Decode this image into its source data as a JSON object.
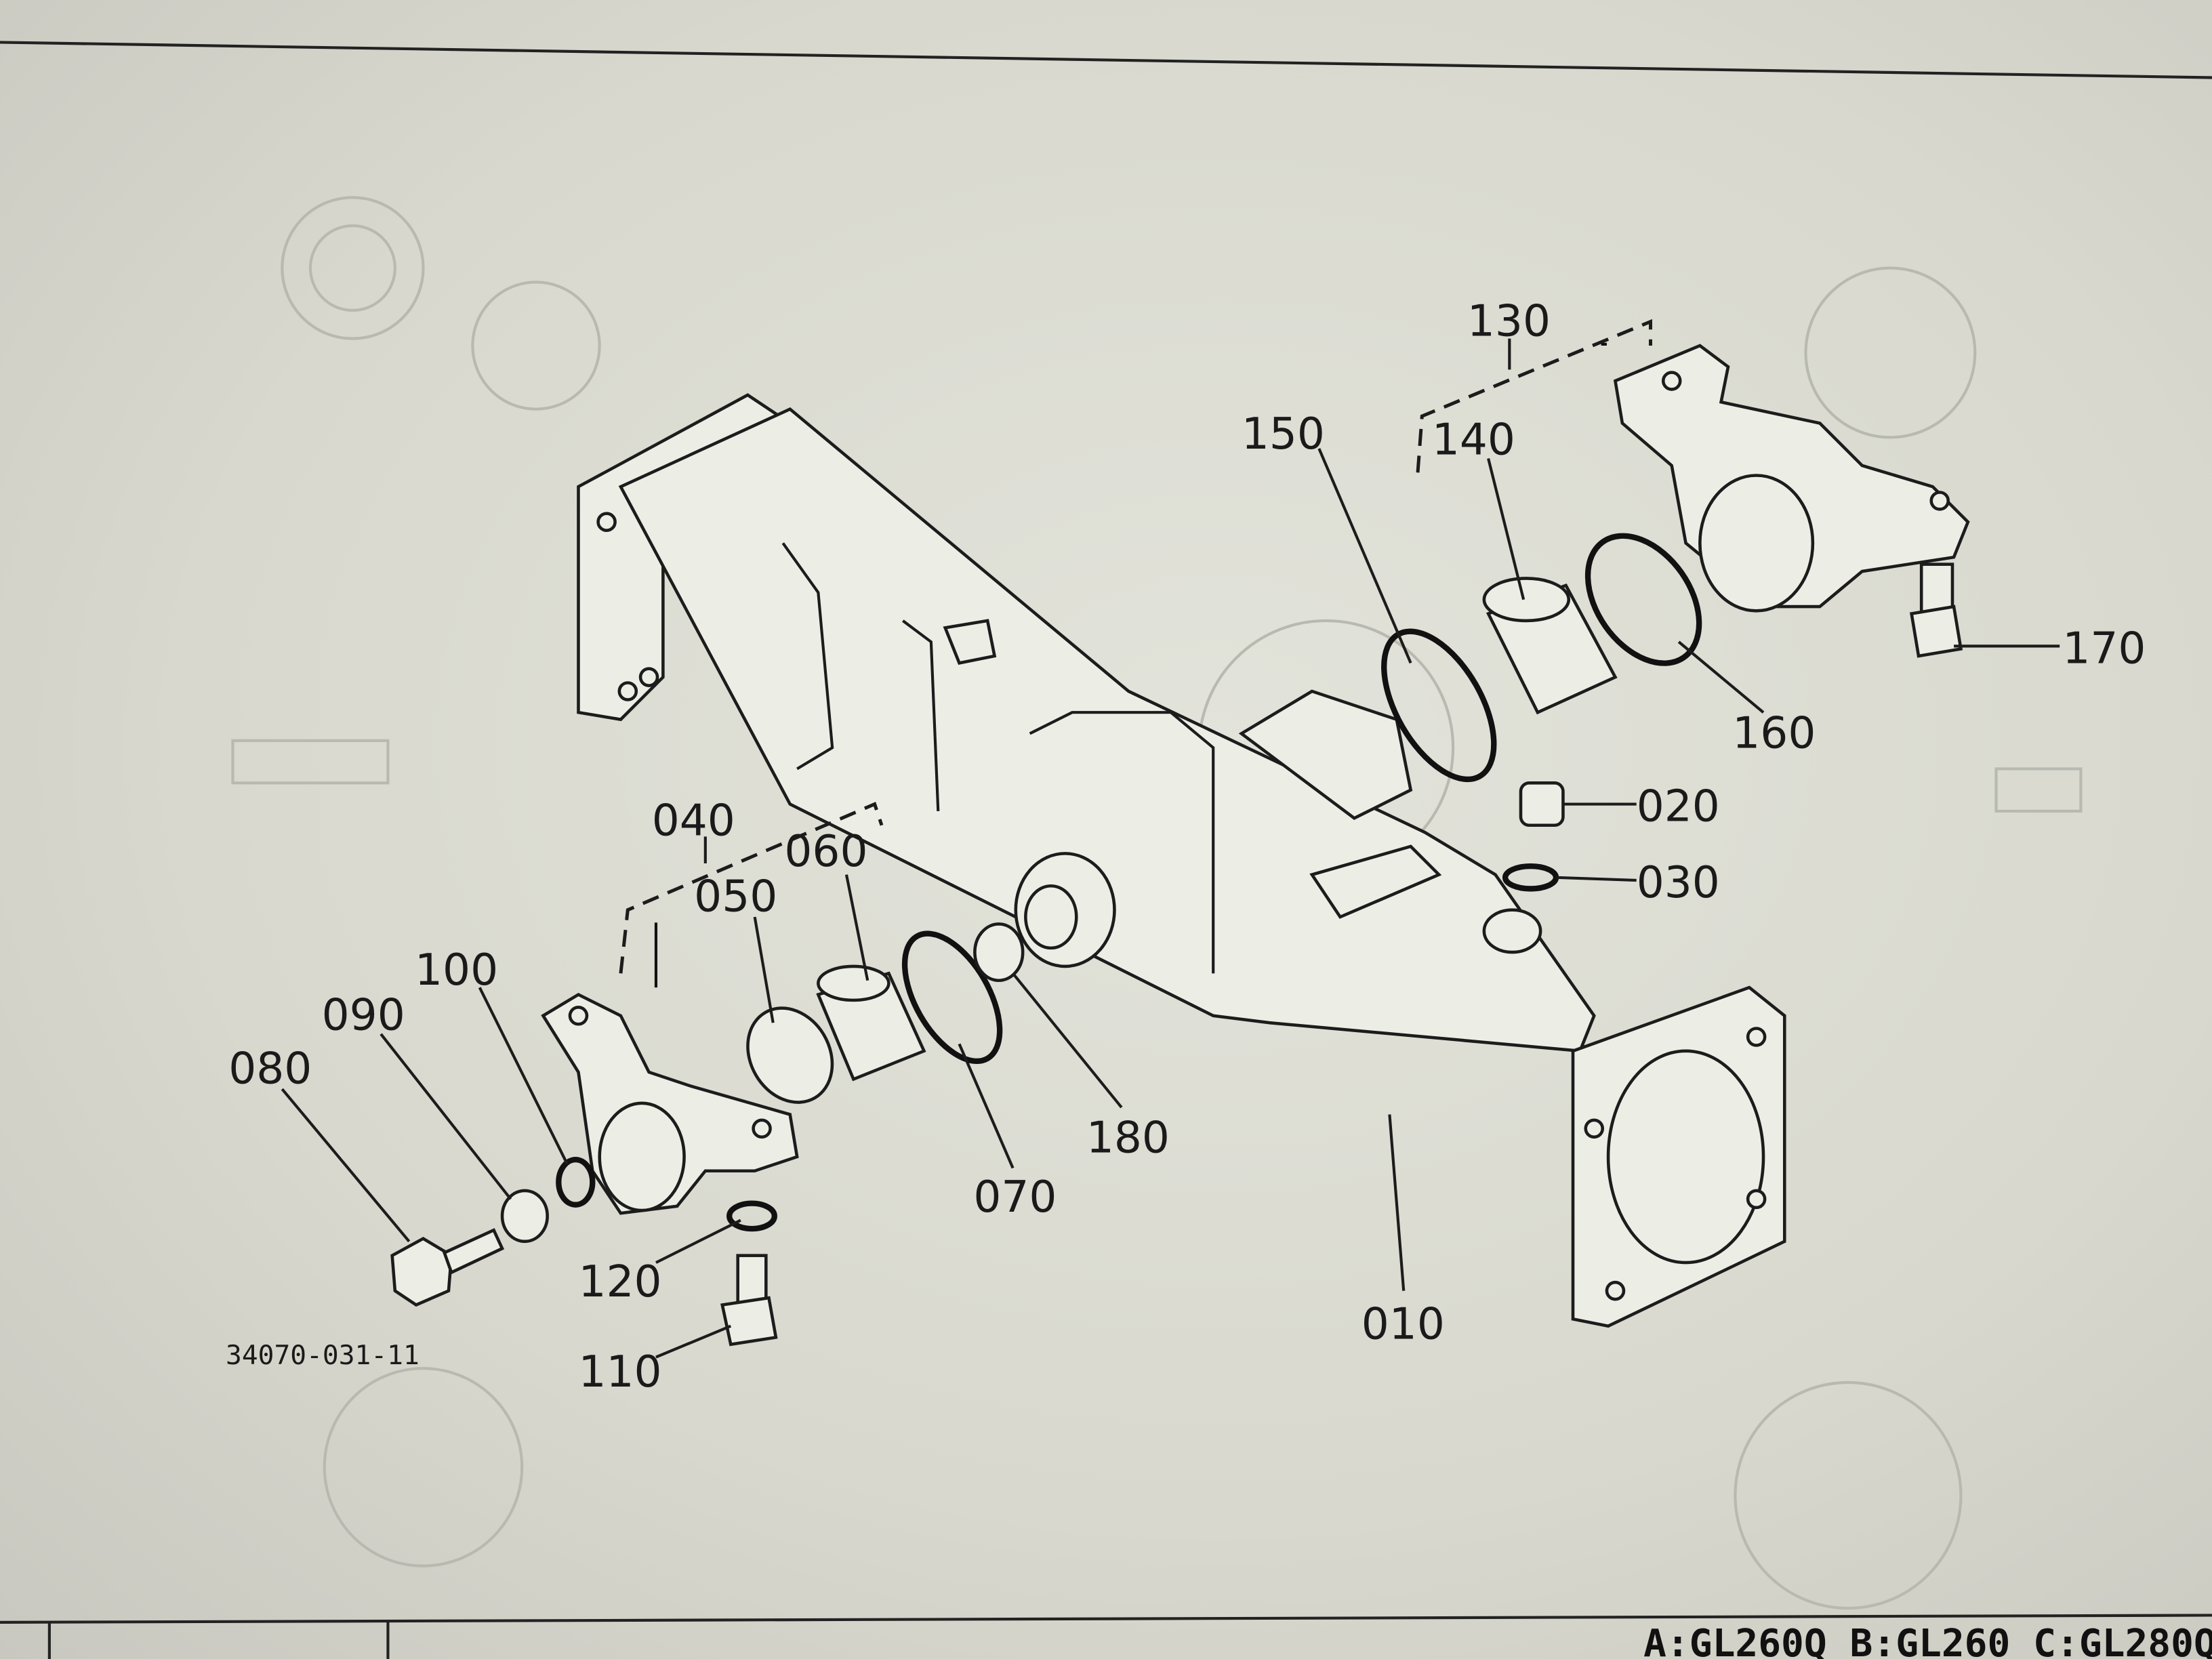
{
  "diagram": {
    "drawing_number": "34070-031-11",
    "footer_models": "A:GL260Q B:GL260 C:GL280Q",
    "callouts": [
      "010",
      "020",
      "030",
      "040",
      "050",
      "060",
      "070",
      "080",
      "090",
      "100",
      "110",
      "120",
      "130",
      "140",
      "150",
      "160",
      "170",
      "180"
    ]
  }
}
